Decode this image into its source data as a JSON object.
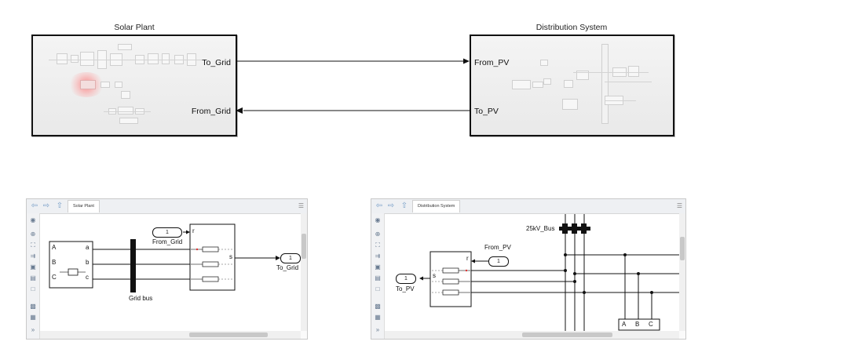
{
  "top": {
    "solar": {
      "title": "Solar Plant",
      "out_port": "To_Grid",
      "in_port": "From_Grid"
    },
    "dist": {
      "title": "Distribution System",
      "in_port": "From_PV",
      "out_port": "To_PV"
    }
  },
  "panel_solar": {
    "tab": "Solar Plant",
    "goto_in": "1",
    "from_label": "From_Grid",
    "goto_out": "1",
    "to_label": "To_Grid",
    "bus_label": "Grid bus",
    "conv_ports": {
      "A": "A",
      "B": "B",
      "C": "C",
      "a": "a",
      "b": "b",
      "c": "c"
    },
    "sel_ports": {
      "r": "r",
      "s": "s"
    }
  },
  "panel_dist": {
    "tab": "Distribution System",
    "bus_label": "25kV_Bus",
    "from_label": "From_PV",
    "goto_in": "1",
    "goto_out": "1",
    "to_label": "To_PV",
    "sel_ports": {
      "r": "r",
      "s": "s"
    },
    "abc": {
      "a": "A",
      "b": "B",
      "c": "C"
    }
  },
  "icons": [
    "back-arrow-icon",
    "forward-arrow-icon",
    "up-folder-icon",
    "menu-icon",
    "zoom-icon",
    "fit-view-icon",
    "arrow-icon",
    "image-icon",
    "camera-icon",
    "expand-icon"
  ]
}
